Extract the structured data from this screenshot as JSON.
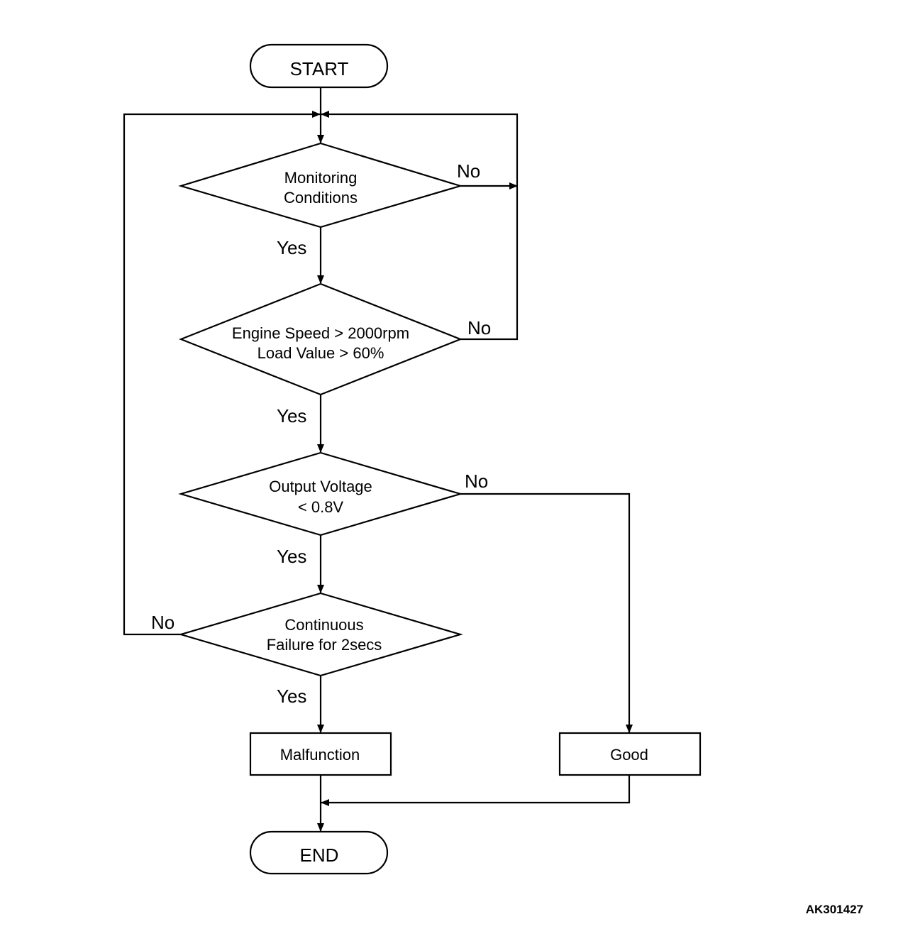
{
  "nodes": {
    "start": "START",
    "monitoring": [
      "Monitoring",
      "Conditions"
    ],
    "engine": [
      "Engine Speed > 2000rpm",
      "Load Value > 60%"
    ],
    "voltage": [
      "Output Voltage",
      "< 0.8V"
    ],
    "continuous": [
      "Continuous",
      "Failure for 2secs"
    ],
    "malfunction": "Malfunction",
    "good": "Good",
    "end": "END"
  },
  "branches": {
    "yes": "Yes",
    "no": "No"
  },
  "figure_code": "AK301427"
}
